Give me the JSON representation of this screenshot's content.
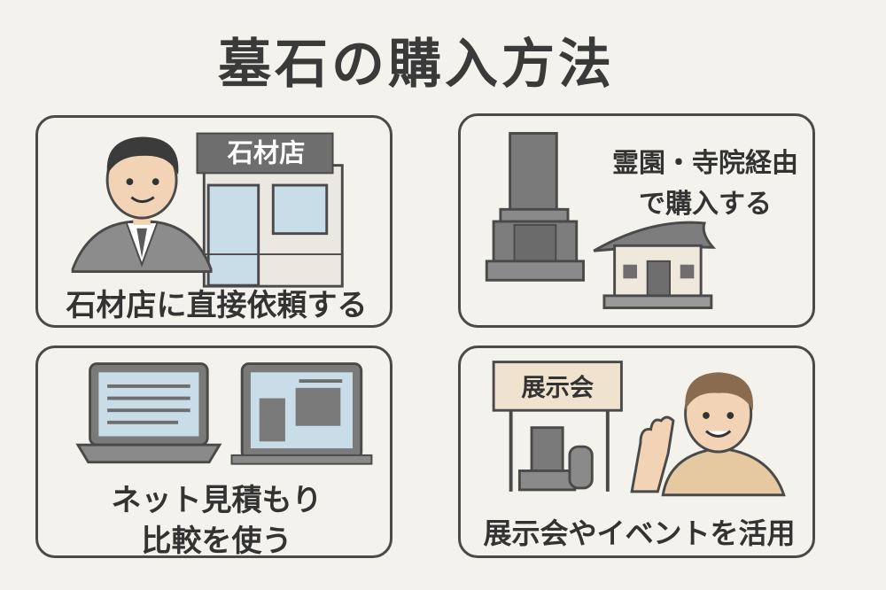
{
  "title": "墓石の購入方法",
  "cards": [
    {
      "label": "石材店に直接依頼する",
      "sign": "石材店"
    },
    {
      "label_line1": "霊園・寺院経由",
      "label_line2": "で購入する"
    },
    {
      "label_line1": "ネット見積もり",
      "label_line2": "比較を使う"
    },
    {
      "label": "展示会やイベントを活用",
      "sign": "展示会"
    }
  ]
}
